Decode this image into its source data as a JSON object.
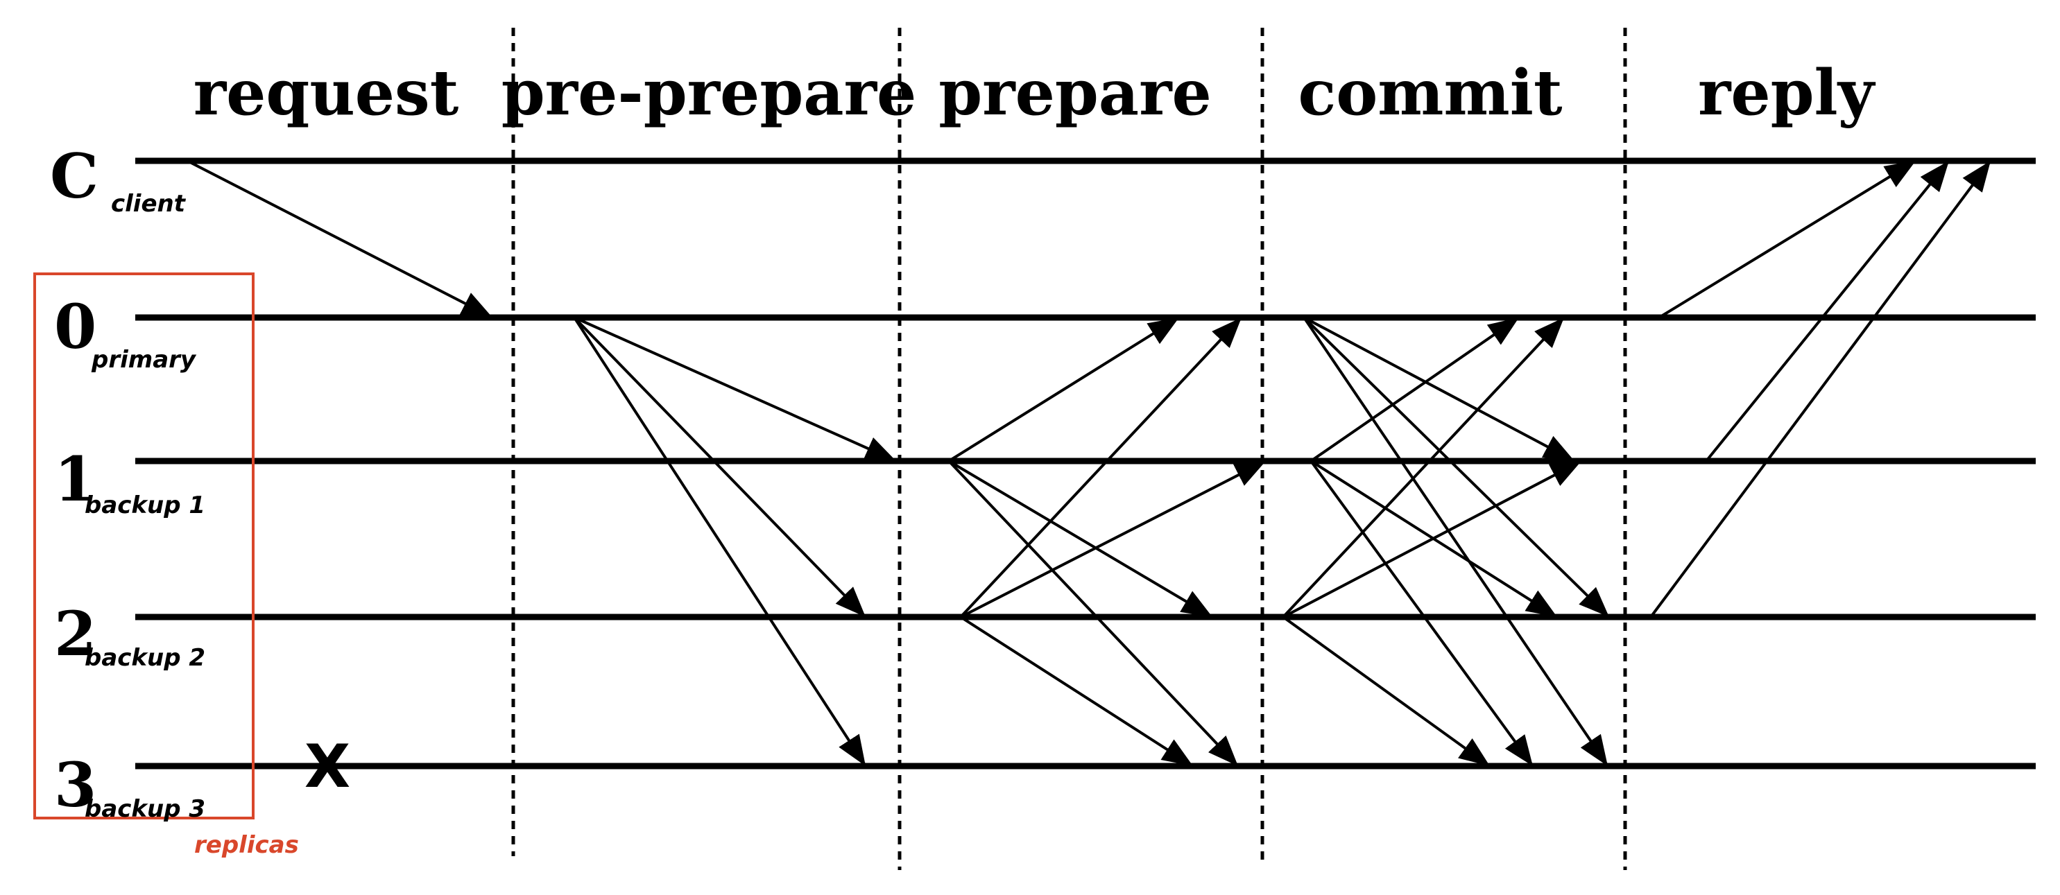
{
  "phases": [
    {
      "label": "request"
    },
    {
      "label": "pre-prepare"
    },
    {
      "label": "prepare"
    },
    {
      "label": "commit"
    },
    {
      "label": "reply"
    }
  ],
  "nodes": [
    {
      "id": "C",
      "main": "C",
      "sub": "client"
    },
    {
      "id": "0",
      "main": "0",
      "sub": "primary"
    },
    {
      "id": "1",
      "main": "1",
      "sub": "backup 1"
    },
    {
      "id": "2",
      "main": "2",
      "sub": "backup 2"
    },
    {
      "id": "3",
      "main": "3",
      "sub": "backup 3"
    }
  ],
  "replicas_group": {
    "label": "replicas",
    "color": "#d9472b"
  },
  "failed_node": {
    "node": "3",
    "mark": "X"
  },
  "colors": {
    "line": "#000000",
    "box": "#d9472b"
  },
  "messages": [
    {
      "phase": "request",
      "from": "C",
      "to": "0"
    },
    {
      "phase": "pre-prepare",
      "from": "0",
      "to": "1"
    },
    {
      "phase": "pre-prepare",
      "from": "0",
      "to": "2"
    },
    {
      "phase": "pre-prepare",
      "from": "0",
      "to": "3"
    },
    {
      "phase": "prepare",
      "from": "1",
      "to": "0"
    },
    {
      "phase": "prepare",
      "from": "1",
      "to": "2"
    },
    {
      "phase": "prepare",
      "from": "1",
      "to": "3"
    },
    {
      "phase": "prepare",
      "from": "2",
      "to": "0"
    },
    {
      "phase": "prepare",
      "from": "2",
      "to": "1"
    },
    {
      "phase": "prepare",
      "from": "2",
      "to": "3"
    },
    {
      "phase": "commit",
      "from": "0",
      "to": "1"
    },
    {
      "phase": "commit",
      "from": "0",
      "to": "2"
    },
    {
      "phase": "commit",
      "from": "0",
      "to": "3"
    },
    {
      "phase": "commit",
      "from": "1",
      "to": "0"
    },
    {
      "phase": "commit",
      "from": "1",
      "to": "2"
    },
    {
      "phase": "commit",
      "from": "1",
      "to": "3"
    },
    {
      "phase": "commit",
      "from": "2",
      "to": "0"
    },
    {
      "phase": "commit",
      "from": "2",
      "to": "1"
    },
    {
      "phase": "commit",
      "from": "2",
      "to": "3"
    },
    {
      "phase": "reply",
      "from": "0",
      "to": "C"
    },
    {
      "phase": "reply",
      "from": "1",
      "to": "C"
    },
    {
      "phase": "reply",
      "from": "2",
      "to": "C"
    }
  ]
}
